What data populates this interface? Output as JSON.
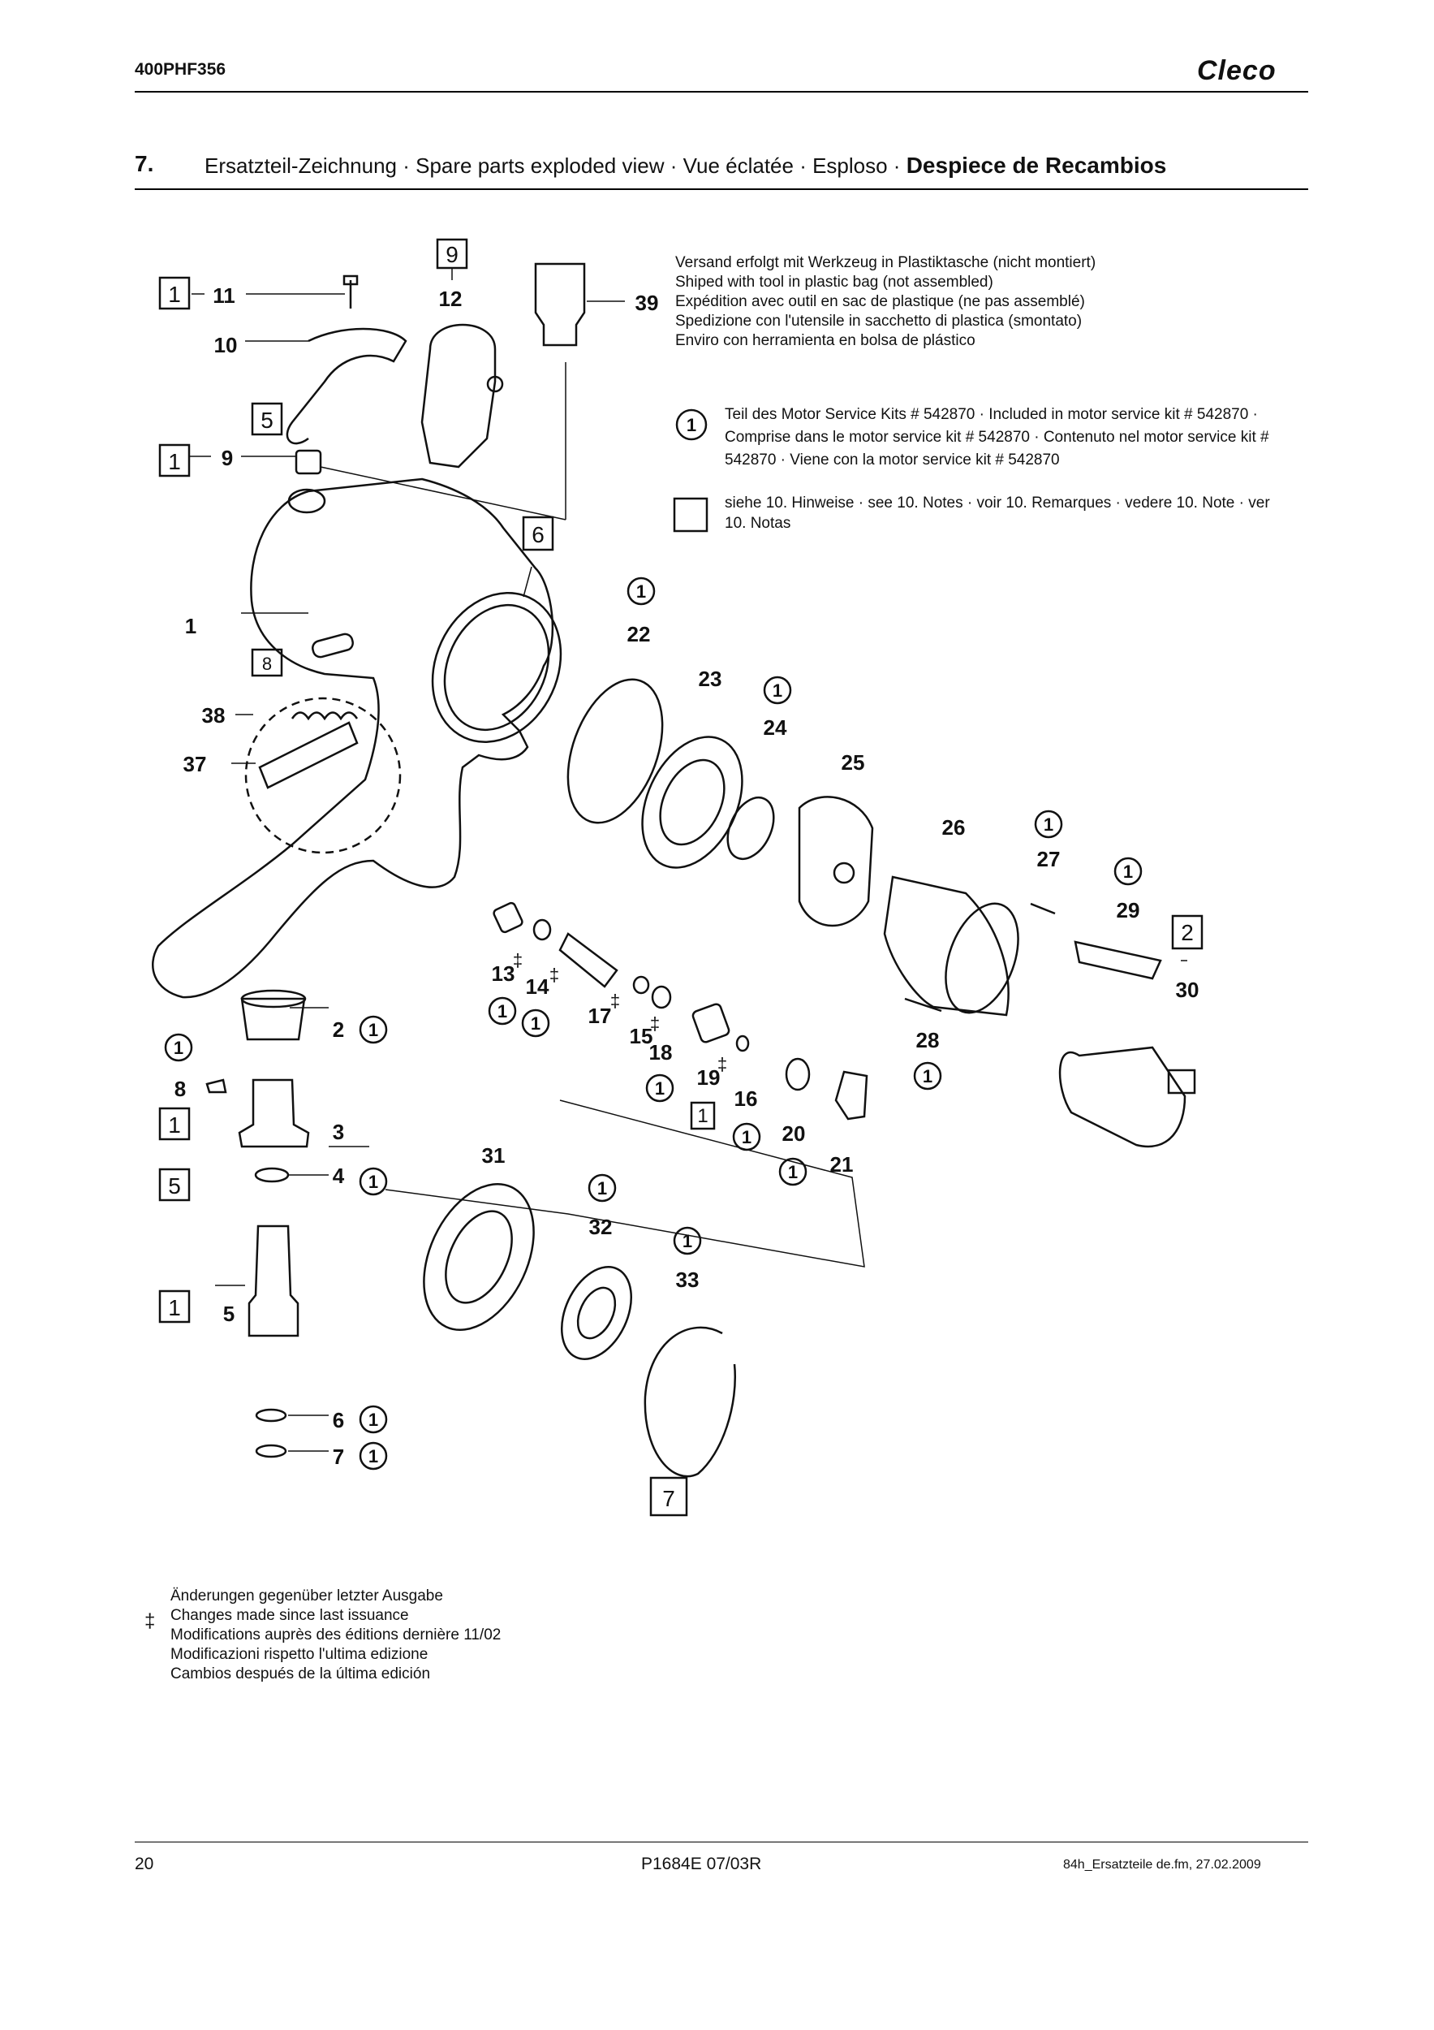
{
  "header": {
    "doc_code": "400PHF356",
    "logo": "Cleco"
  },
  "section": {
    "number": "7.",
    "title": "Ersatzteil-Zeichnung · Spare parts exploded view · Vue éclatée · Esploso ·",
    "title_bold": "Despiece de Recambios"
  },
  "shipping_note": [
    "Versand erfolgt mit Werkzeug in Plastiktasche (nicht montiert)",
    "Shiped with tool in plastic bag (not assembled)",
    "Expédition avec outil en sac de plastique (ne pas assemblé)",
    "Spedizione con l'utensile in sacchetto di plastica (smontato)",
    "Enviro con herramienta en bolsa de plástico"
  ],
  "legend": {
    "kit_symbol": "1",
    "kit_text": "Teil des Motor Service Kits # 542870 · Included in motor service kit # 542870 · Comprise dans le motor service kit # 542870 · Contenuto nel motor service kit # 542870 · Viene con la motor service kit # 542870",
    "notes_text": "siehe 10. Hinweise · see 10. Notes · voir 10. Remarques · vedere 10. Note · ver 10. Notas"
  },
  "diagram": {
    "part_labels": [
      "1",
      "2",
      "3",
      "4",
      "5",
      "6",
      "7",
      "8",
      "9",
      "10",
      "11",
      "12",
      "13",
      "14",
      "15",
      "16",
      "17",
      "18",
      "19",
      "20",
      "21",
      "22",
      "23",
      "24",
      "25",
      "26",
      "27",
      "28",
      "29",
      "30",
      "31",
      "32",
      "33",
      "37",
      "38",
      "39"
    ],
    "note_boxes": [
      "1",
      "5",
      "1",
      "9",
      "6",
      "8",
      "2",
      "1",
      "5",
      "1",
      "1",
      "7"
    ],
    "kit_circle_label": "1",
    "dagger": "‡"
  },
  "changes_note": {
    "symbol": "‡",
    "lines": [
      "Änderungen gegenüber letzter Ausgabe",
      "Changes made since last issuance",
      "Modifications auprès des éditions dernière   11/02",
      "Modificazioni rispetto l'ultima edizione",
      "Cambios después de la última edición"
    ]
  },
  "footer": {
    "page": "20",
    "doc": "P1684E 07/03R",
    "file": "84h_Ersatzteile de.fm, 27.02.2009"
  }
}
